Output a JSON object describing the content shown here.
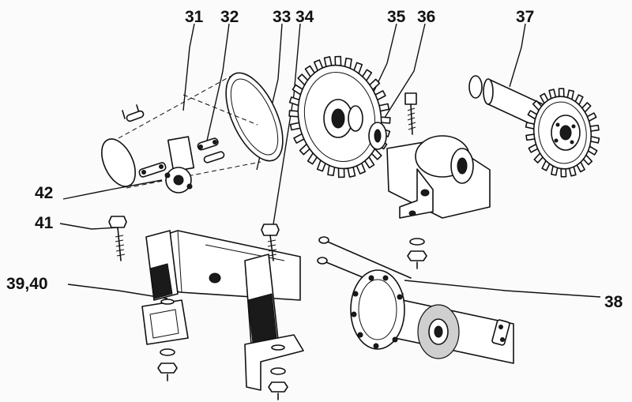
{
  "callouts": [
    {
      "id": "31",
      "text": "31"
    },
    {
      "id": "32",
      "text": "32"
    },
    {
      "id": "33",
      "text": "33"
    },
    {
      "id": "34",
      "text": "34"
    },
    {
      "id": "35",
      "text": "35"
    },
    {
      "id": "36",
      "text": "36"
    },
    {
      "id": "37",
      "text": "37"
    },
    {
      "id": "38",
      "text": "38"
    },
    {
      "id": "39_40",
      "text": "39,40"
    },
    {
      "id": "41",
      "text": "41"
    },
    {
      "id": "42",
      "text": "42"
    }
  ],
  "colors": {
    "ink": "#111111",
    "paper": "#fbfbfb"
  }
}
